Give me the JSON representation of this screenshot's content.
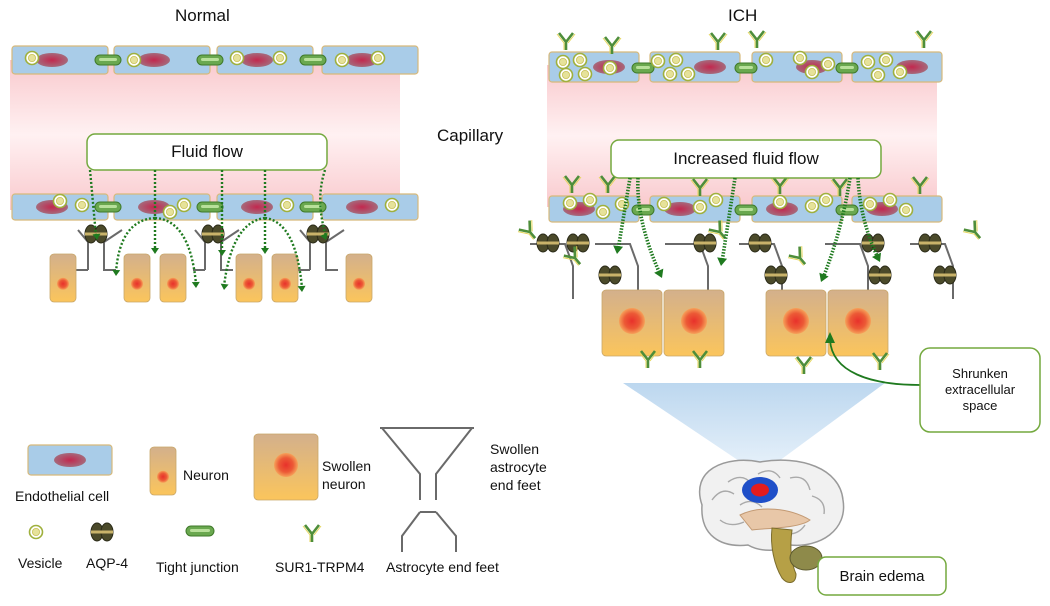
{
  "panels": {
    "normal": {
      "title": "Normal",
      "flow_label": "Fluid flow"
    },
    "ich": {
      "title": "ICH",
      "flow_label": "Increased fluid flow"
    }
  },
  "center_label": "Capillary",
  "callouts": {
    "extracellular": {
      "line1": "Shrunken",
      "line2": "extracellular",
      "line3": "space"
    },
    "brain": "Brain edema"
  },
  "legend": {
    "endothelial": "Endothelial cell",
    "neuron": "Neuron",
    "swollen_neuron": {
      "line1": "Swollen",
      "line2": "neuron"
    },
    "swollen_feet": {
      "line1": "Swollen",
      "line2": "astrocyte",
      "line3": "end feet"
    },
    "vesicle": "Vesicle",
    "aqp4": "AQP-4",
    "tight_junction": "Tight junction",
    "sur1": "SUR1-TRPM4",
    "astro_feet": "Astrocyte end feet"
  },
  "colors": {
    "endothelial": "#a9cce8",
    "nucleus": "#b0284a",
    "capillary": "#fde2e5",
    "tight_junction": "#6aa84f",
    "vesicle": "#e6e29a",
    "flow_arrow": "#1f7a1f",
    "outline": "#74a93f",
    "aqp4": "#4a4a2c",
    "neuron_top": "#d7b48c",
    "neuron_bottom": "#f7c46a",
    "neuron_nucleus": "#e8412b"
  }
}
